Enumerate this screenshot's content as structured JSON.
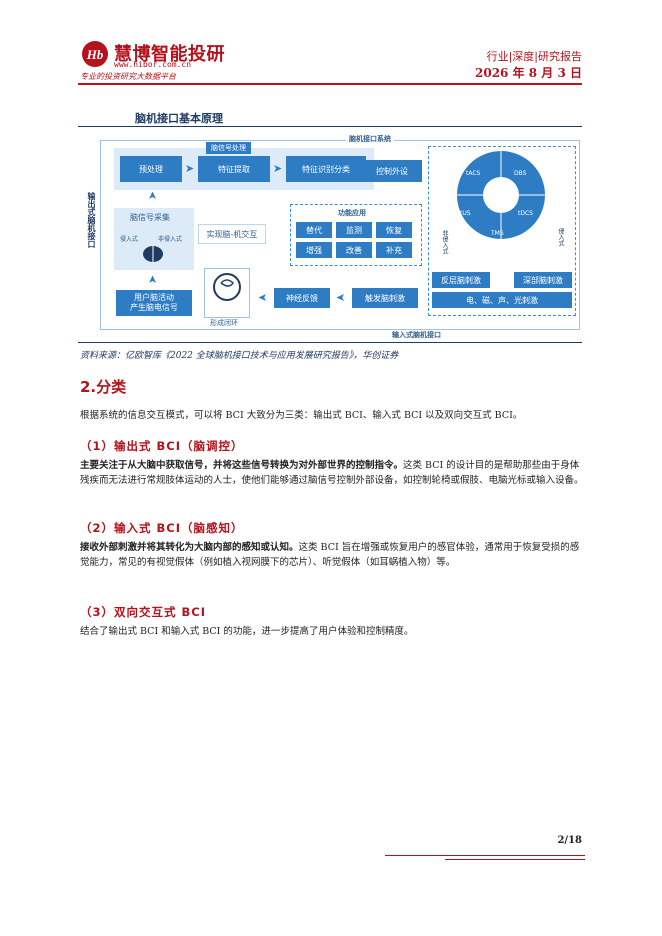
{
  "header": {
    "logo_title": "慧博智能投研",
    "logo_url": "www.hibor.com.cn",
    "logo_slogan": "专业的投资研究大数据平台",
    "category": "行业|深度|研究报告",
    "date": "2026 年 8 月 3 日"
  },
  "figure": {
    "title": "脑机接口基本原理",
    "system_label": "脑机接口系统",
    "output_label": "输出式脑机接口",
    "input_label": "输入式脑机接口",
    "signal_processing": "脑信号处理",
    "preprocess": "预处理",
    "feature_extract": "特征提取",
    "feature_classify": "特征识别分类",
    "control_device": "控制外设",
    "func_app": "功能应用",
    "func_items": [
      "替代",
      "监测",
      "恢复",
      "增强",
      "改善",
      "补充"
    ],
    "signal_collect": "脑信号采集",
    "invasive": "侵入式",
    "noninvasive": "非侵入式",
    "user_activity": "用户脑活动\n产生脑电信号",
    "brain_interact": "实现脑-机交互",
    "closed_loop": "形成闭环",
    "neural_feedback": "神经反馈",
    "stimulation": "触发脑刺激",
    "circle_items": [
      "tACS",
      "DBS",
      "tUS",
      "tDCS",
      "TMS"
    ],
    "noninvasive_v": "非侵入式",
    "invasive_v": "侵入式",
    "shallow": "反层脑刺激",
    "deep": "深部脑刺激",
    "phys": "电、磁、声、光刺激"
  },
  "source": "资料来源：亿欧智库《2022 全球脑机接口技术与应用发展研究报告》，华创证券",
  "section": {
    "title": "2.分类"
  },
  "intro": "根据系统的信息交互模式，可以将 BCI 大致分为三类：输出式 BCI、输入式 BCI 以及双向交互式 BCI。",
  "sub1": {
    "title": "（1）输出式 BCI（脑调控）",
    "bold": "主要关注于从大脑中获取信号，并将这些信号转换为对外部世界的控制指令。",
    "text": "这类 BCI 的设计目的是帮助那些由于身体残疾而无法进行常规肢体运动的人士，使他们能够通过脑信号控制外部设备，如控制轮椅或假肢、电脑光标或输入设备。"
  },
  "sub2": {
    "title": "（2）输入式 BCI（脑感知）",
    "bold": "接收外部刺激并将其转化为大脑内部的感知或认知。",
    "text": "这类 BCI 旨在增强或恢复用户的感官体验，通常用于恢复受损的感觉能力，常见的有视觉假体（例如植入视网膜下的芯片）、听觉假体（如耳蜗植入物）等。"
  },
  "sub3": {
    "title": "（3）双向交互式 BCI",
    "text": "结合了输出式 BCI 和输入式 BCI 的功能，进一步提高了用户体验和控制精度。"
  },
  "page": "2/18",
  "colors": {
    "brand_red": "#b5121b",
    "diagram_blue": "#2e7cc4",
    "navy": "#1f3b64"
  }
}
